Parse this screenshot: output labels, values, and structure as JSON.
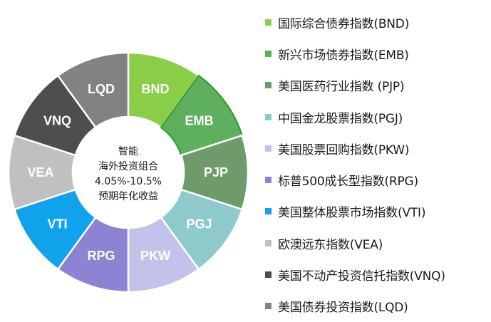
{
  "chart_data": {
    "type": "pie",
    "style": "donut",
    "categories": [
      "BND",
      "EMB",
      "PJP",
      "PGJ",
      "PKW",
      "RPG",
      "VTI",
      "VEA",
      "VNQ",
      "LQD"
    ],
    "values": [
      10,
      10,
      10,
      10,
      10,
      10,
      10,
      10,
      10,
      10
    ],
    "colors": [
      "#8acd47",
      "#5eb05e",
      "#6f9a6a",
      "#8ecacc",
      "#c2c2ea",
      "#8c83d3",
      "#10a3ec",
      "#c0c0c0",
      "#4e4e4e",
      "#828282"
    ],
    "center_text": [
      "智能",
      "海外投资组合",
      "4.05%-10.5%",
      "预期年化收益"
    ],
    "legend": [
      "国际综合债券指数(BND)",
      "新兴市场债券指数(EMB)",
      "美国医药行业指数 (PJP)",
      "中国金龙股票指数(PGJ)",
      "美国股票回购指数(PKW)",
      "标普500成长型指数(RPG)",
      "美国整体股票市场指数(VTI)",
      "欧澳远东指数(VEA)",
      "美国不动产投资信托指数(VNQ)",
      "美国债券投资指数(LQD)"
    ],
    "legend_position": "right",
    "highlighted_slice": "EMB"
  }
}
